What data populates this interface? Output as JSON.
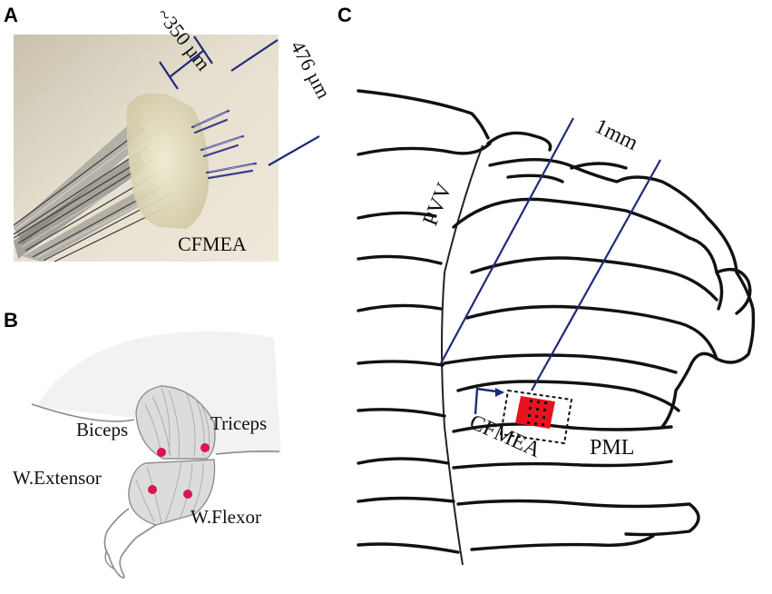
{
  "panels": {
    "a": {
      "letter": "A",
      "device_label": "CFMEA",
      "spacing_label": "~350 µm",
      "length_label": "476 µm"
    },
    "b": {
      "letter": "B",
      "muscles": [
        {
          "label": "Biceps"
        },
        {
          "label": "Triceps"
        },
        {
          "label": "W.Extensor"
        },
        {
          "label": "W.Flexor"
        }
      ],
      "electrode_color": "#d9174f"
    },
    "c": {
      "letter": "C",
      "scale_label": "1mm",
      "pvv_label": "PVV",
      "device_label": "CFMEA",
      "pml_label": "PML",
      "implant_color": "#e8131e",
      "marker_color": "#1f2a7a"
    }
  }
}
